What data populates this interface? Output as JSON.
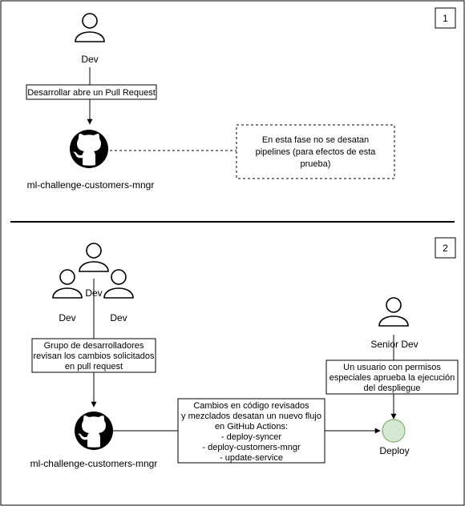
{
  "section1": {
    "badge": "1",
    "dev_label": "Dev",
    "edge_label": "Desarrollar abre un Pull Request",
    "repo_label": "ml-challenge-customers-mngr",
    "note_lines": [
      "En esta fase no se desatan",
      "pipelines (para efectos de esta",
      "prueba)"
    ]
  },
  "section2": {
    "badge": "2",
    "dev_center_label": "Dev",
    "dev_left_label": "Dev",
    "dev_right_label": "Dev",
    "review_lines": [
      "Grupo de desarrolladores",
      "revisan los cambios solicitados",
      "en pull request"
    ],
    "repo_label": "ml-challenge-customers-mngr",
    "merge_lines": [
      "Cambios en código revisados",
      "y mezclados desatan un nuevo flujo",
      "en GitHub Actions:",
      "- deploy-syncer",
      "- deploy-customers-mngr",
      "- update-service"
    ],
    "senior_label": "Senior Dev",
    "approval_lines": [
      "Un usuario con permisos",
      "especiales aprueba la ejecución",
      "del despliegue"
    ],
    "deploy_label": "Deploy"
  },
  "colors": {
    "stroke": "#000000",
    "deploy_fill": "#d5e8d4",
    "deploy_stroke": "#82b366"
  },
  "icons": {
    "person": "person-icon",
    "github": "github-icon"
  }
}
